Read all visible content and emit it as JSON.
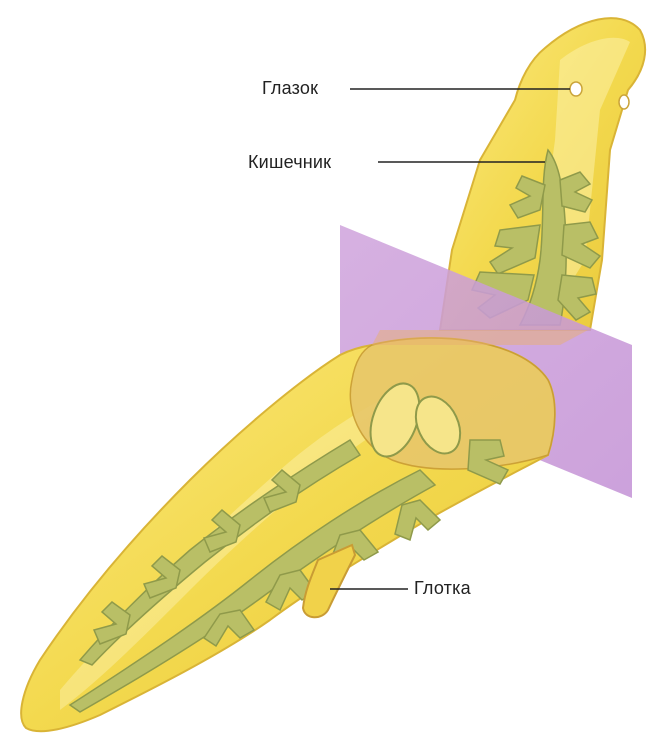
{
  "labels": {
    "eye": "Глазок",
    "gut": "Кишечник",
    "pharynx": "Глотка"
  },
  "colors": {
    "body_fill": "#f3dc55",
    "body_edge": "#d9b436",
    "body_highlight": "#fbf0a8",
    "gut_fill": "#b9bf66",
    "gut_edge": "#8f9a4a",
    "cut_plane": "#c89ad8",
    "cross_section": "#e8b070",
    "leader_line": "#222222"
  }
}
